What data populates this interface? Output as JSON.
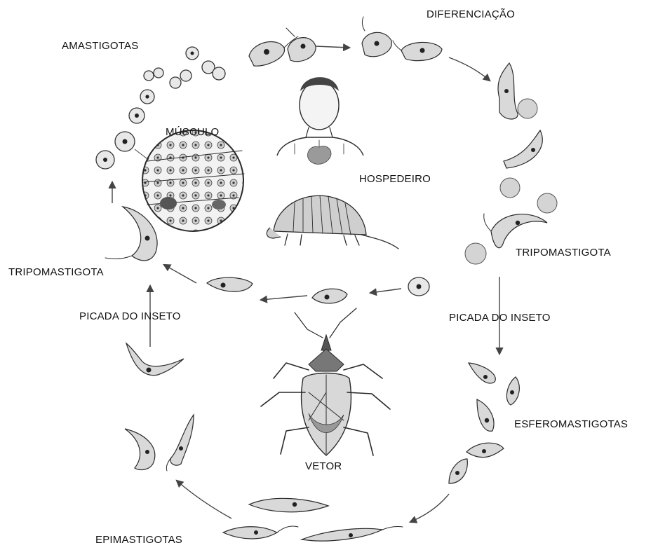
{
  "labels": {
    "amastigotas": "AMASTIGOTAS",
    "diferenciacao": "DIFERENCIAÇÃO",
    "musculo": "MÚSCULO",
    "hospedeiro": "HOSPEDEIRO",
    "tripomastigota_right": "TRIPOMASTIGOTA",
    "tripomastigota_left": "TRIPOMASTIGOTA",
    "picada_left": "PICADA DO INSETO",
    "picada_right": "PICADA DO INSETO",
    "esferomastigotas": "ESFEROMASTIGOTAS",
    "vetor": "VETOR",
    "epimastigotas": "EPIMASTIGOTAS"
  },
  "colors": {
    "ink": "#2a2a2a",
    "heart": "#9a9a9a"
  }
}
